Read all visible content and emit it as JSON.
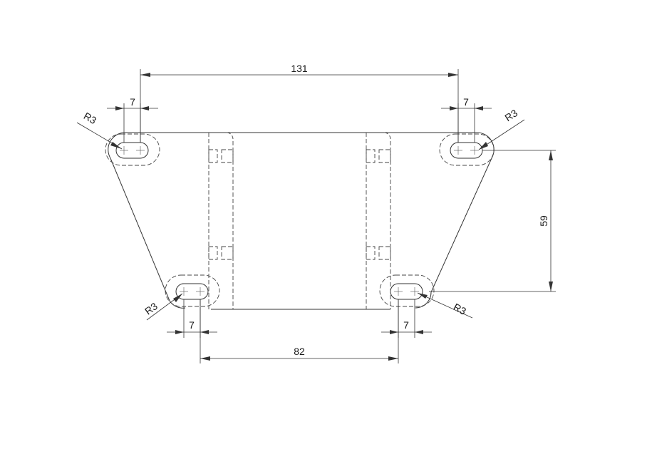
{
  "drawing": {
    "colors": {
      "line": "#333333",
      "background": "#ffffff"
    },
    "dimensions": {
      "top_span": "131",
      "bottom_span": "82",
      "height": "59",
      "slot_top_left": "7",
      "slot_top_right": "7",
      "slot_bottom_left": "7",
      "slot_bottom_right": "7",
      "radius_top_left": "R3",
      "radius_top_right": "R3",
      "radius_bottom_left": "R3",
      "radius_bottom_right": "R3"
    }
  }
}
